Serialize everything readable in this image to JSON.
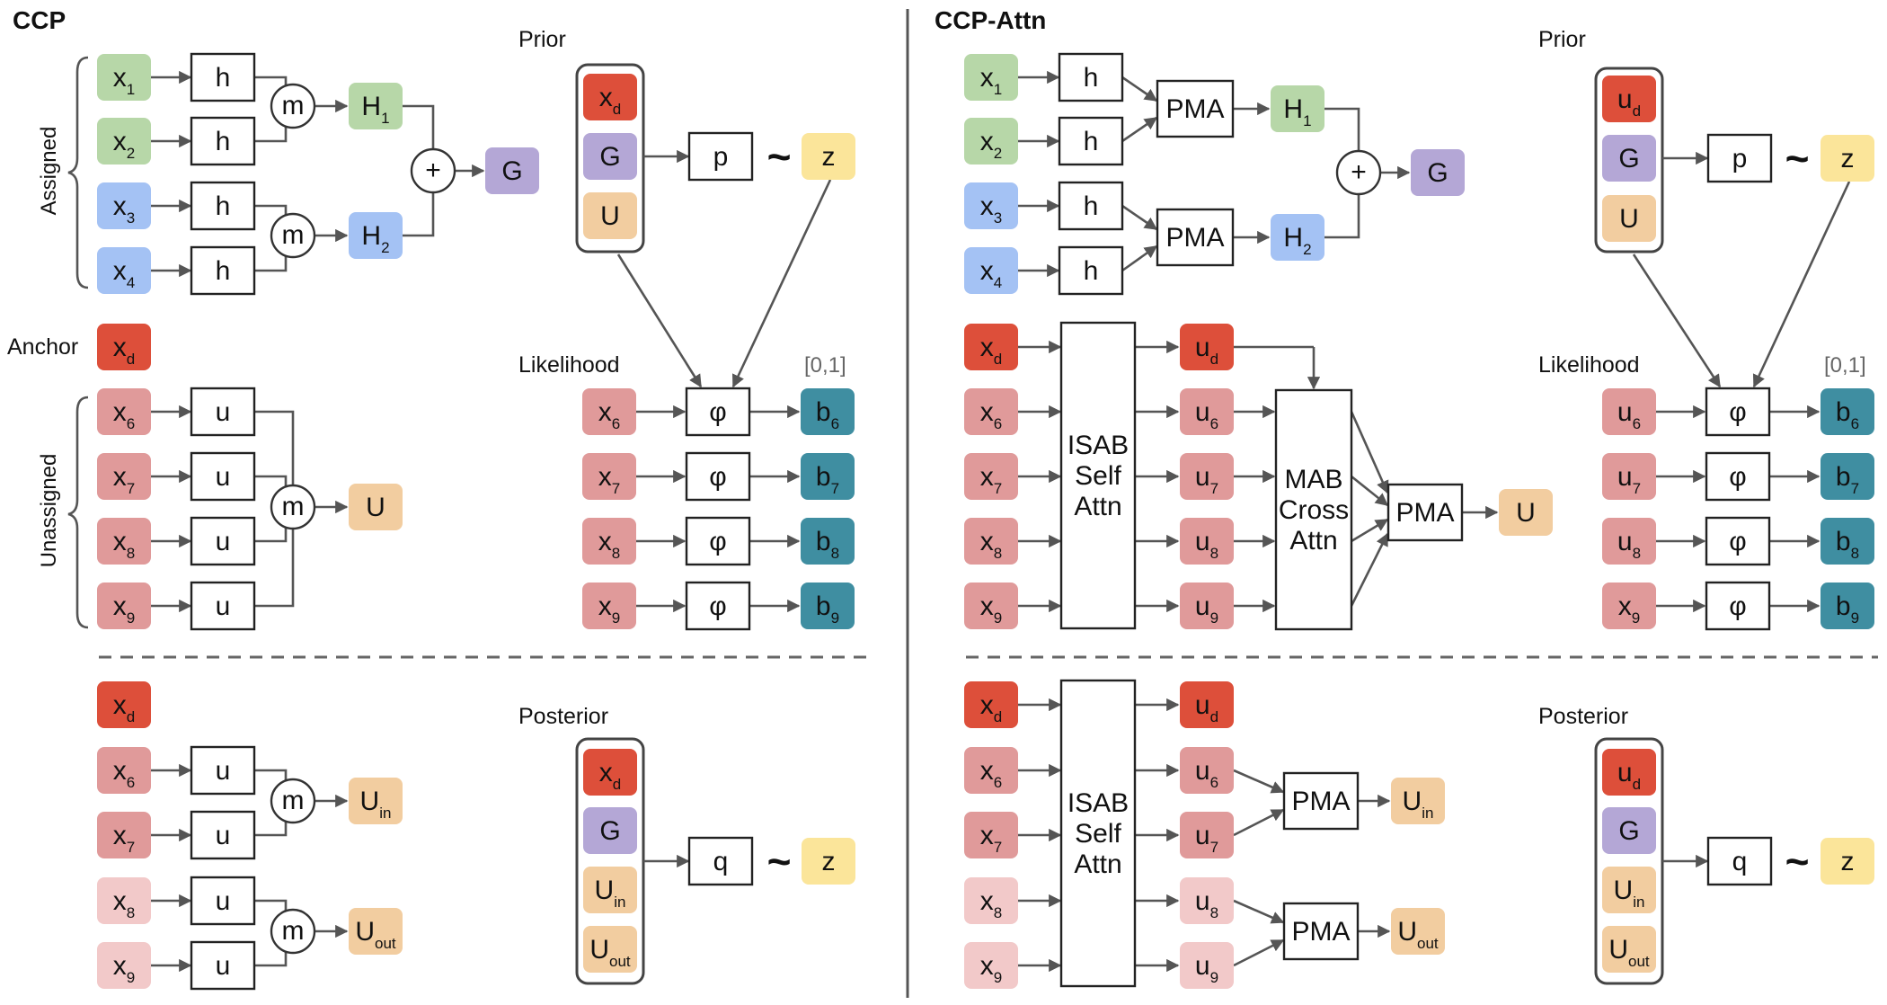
{
  "left": {
    "title": "CCP",
    "labels": {
      "assigned": "Assigned",
      "unassigned": "Unassigned",
      "anchor": "Anchor",
      "prior": "Prior",
      "likelihood": "Likelihood",
      "posterior": "Posterior",
      "range": "[0,1]"
    },
    "assigned_inputs": [
      {
        "base": "x",
        "sub": "1"
      },
      {
        "base": "x",
        "sub": "2"
      },
      {
        "base": "x",
        "sub": "3"
      },
      {
        "base": "x",
        "sub": "4"
      }
    ],
    "encoder": "h",
    "pool": "m",
    "clusters": [
      {
        "base": "H",
        "sub": "1"
      },
      {
        "base": "H",
        "sub": "2"
      }
    ],
    "sum": "+",
    "global": "G",
    "anchor": {
      "base": "x",
      "sub": "d"
    },
    "unassigned_inputs": [
      {
        "base": "x",
        "sub": "6"
      },
      {
        "base": "x",
        "sub": "7"
      },
      {
        "base": "x",
        "sub": "8"
      },
      {
        "base": "x",
        "sub": "9"
      }
    ],
    "unassigned_encoder": "u",
    "unassigned_summary": "U",
    "prior_stack": [
      {
        "base": "x",
        "sub": "d"
      },
      {
        "base": "G",
        "sub": ""
      },
      {
        "base": "U",
        "sub": ""
      }
    ],
    "prior_net": "p",
    "latent": "z",
    "tilde": "~",
    "likelihood_inputs": [
      {
        "base": "x",
        "sub": "6"
      },
      {
        "base": "x",
        "sub": "7"
      },
      {
        "base": "x",
        "sub": "8"
      },
      {
        "base": "x",
        "sub": "9"
      }
    ],
    "likelihood_net": "φ",
    "outputs": [
      {
        "base": "b",
        "sub": "6"
      },
      {
        "base": "b",
        "sub": "7"
      },
      {
        "base": "b",
        "sub": "8"
      },
      {
        "base": "b",
        "sub": "9"
      }
    ],
    "posterior_inputs": [
      {
        "base": "x",
        "sub": "d"
      },
      {
        "base": "x",
        "sub": "6"
      },
      {
        "base": "x",
        "sub": "7"
      },
      {
        "base": "x",
        "sub": "8"
      },
      {
        "base": "x",
        "sub": "9"
      }
    ],
    "posterior_summaries": [
      {
        "base": "U",
        "sub": "in"
      },
      {
        "base": "U",
        "sub": "out"
      }
    ],
    "posterior_stack": [
      {
        "base": "x",
        "sub": "d"
      },
      {
        "base": "G",
        "sub": ""
      },
      {
        "base": "U",
        "sub": "in"
      },
      {
        "base": "U",
        "sub": "out"
      }
    ],
    "posterior_net": "q"
  },
  "right": {
    "title": "CCP-Attn",
    "labels": {
      "prior": "Prior",
      "likelihood": "Likelihood",
      "posterior": "Posterior",
      "range": "[0,1]"
    },
    "assigned_inputs": [
      {
        "base": "x",
        "sub": "1"
      },
      {
        "base": "x",
        "sub": "2"
      },
      {
        "base": "x",
        "sub": "3"
      },
      {
        "base": "x",
        "sub": "4"
      }
    ],
    "encoder": "h",
    "pma": "PMA",
    "clusters": [
      {
        "base": "H",
        "sub": "1"
      },
      {
        "base": "H",
        "sub": "2"
      }
    ],
    "sum": "+",
    "global": "G",
    "isab_lines": [
      "ISAB",
      "Self",
      "Attn"
    ],
    "mab_lines": [
      "MAB",
      "Cross",
      "Attn"
    ],
    "attn_inputs": [
      {
        "base": "x",
        "sub": "d"
      },
      {
        "base": "x",
        "sub": "6"
      },
      {
        "base": "x",
        "sub": "7"
      },
      {
        "base": "x",
        "sub": "8"
      },
      {
        "base": "x",
        "sub": "9"
      }
    ],
    "attn_outputs": [
      {
        "base": "u",
        "sub": "d"
      },
      {
        "base": "u",
        "sub": "6"
      },
      {
        "base": "u",
        "sub": "7"
      },
      {
        "base": "u",
        "sub": "8"
      },
      {
        "base": "u",
        "sub": "9"
      }
    ],
    "unassigned_summary": "U",
    "prior_stack": [
      {
        "base": "u",
        "sub": "d"
      },
      {
        "base": "G",
        "sub": ""
      },
      {
        "base": "U",
        "sub": ""
      }
    ],
    "prior_net": "p",
    "latent": "z",
    "tilde": "~",
    "likelihood_inputs": [
      {
        "base": "u",
        "sub": "6"
      },
      {
        "base": "u",
        "sub": "7"
      },
      {
        "base": "u",
        "sub": "8"
      },
      {
        "base": "x",
        "sub": "9"
      }
    ],
    "likelihood_net": "φ",
    "outputs": [
      {
        "base": "b",
        "sub": "6"
      },
      {
        "base": "b",
        "sub": "7"
      },
      {
        "base": "b",
        "sub": "8"
      },
      {
        "base": "b",
        "sub": "9"
      }
    ],
    "posterior_inputs": [
      {
        "base": "x",
        "sub": "d"
      },
      {
        "base": "x",
        "sub": "6"
      },
      {
        "base": "x",
        "sub": "7"
      },
      {
        "base": "x",
        "sub": "8"
      },
      {
        "base": "x",
        "sub": "9"
      }
    ],
    "posterior_outputs": [
      {
        "base": "u",
        "sub": "d"
      },
      {
        "base": "u",
        "sub": "6"
      },
      {
        "base": "u",
        "sub": "7"
      },
      {
        "base": "u",
        "sub": "8"
      },
      {
        "base": "u",
        "sub": "9"
      }
    ],
    "posterior_summaries": [
      {
        "base": "U",
        "sub": "in"
      },
      {
        "base": "U",
        "sub": "out"
      }
    ],
    "posterior_stack": [
      {
        "base": "u",
        "sub": "d"
      },
      {
        "base": "G",
        "sub": ""
      },
      {
        "base": "U",
        "sub": "in"
      },
      {
        "base": "U",
        "sub": "out"
      }
    ],
    "posterior_net": "q"
  },
  "colors": {
    "cluster1": "#b7d7a8",
    "cluster2": "#a4c2f4",
    "anchor": "#dd4f3a",
    "unassigned": "#e09a9a",
    "unassigned_light": "#f2c9c9",
    "global": "#b4a7d6",
    "summary": "#f2cda0",
    "latent": "#fbe59a",
    "output": "#3f8ea1"
  }
}
